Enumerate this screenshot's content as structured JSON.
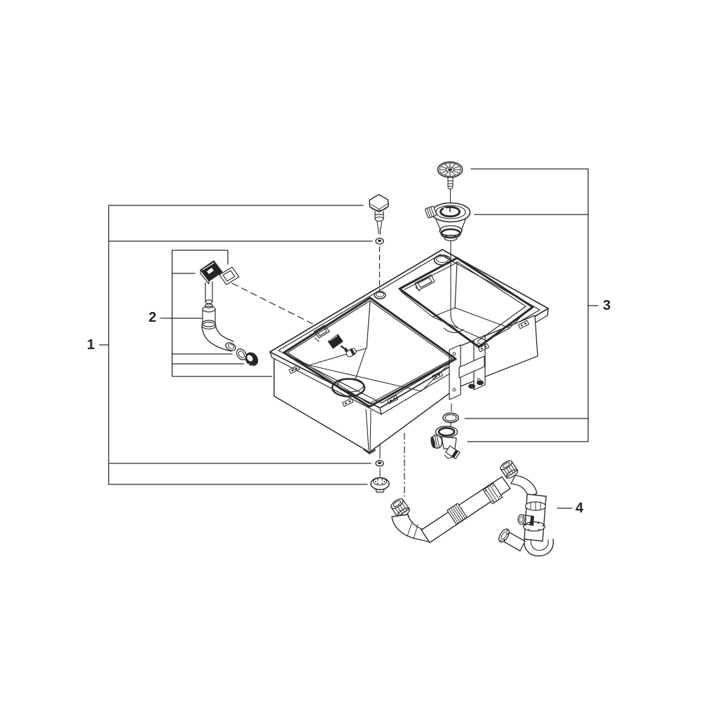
{
  "diagram": {
    "background_color": "#ffffff",
    "line_color": "#2b2b2b",
    "type": "exploded-parts-diagram",
    "callouts": [
      {
        "label": "1",
        "part_ref": "square-knob-and-nuts-group"
      },
      {
        "label": "2",
        "part_ref": "remote-control-assembly"
      },
      {
        "label": "3",
        "part_ref": "strainer-and-drain-valve-group"
      },
      {
        "label": "4",
        "part_ref": "drain-pipe-assembly"
      }
    ]
  }
}
